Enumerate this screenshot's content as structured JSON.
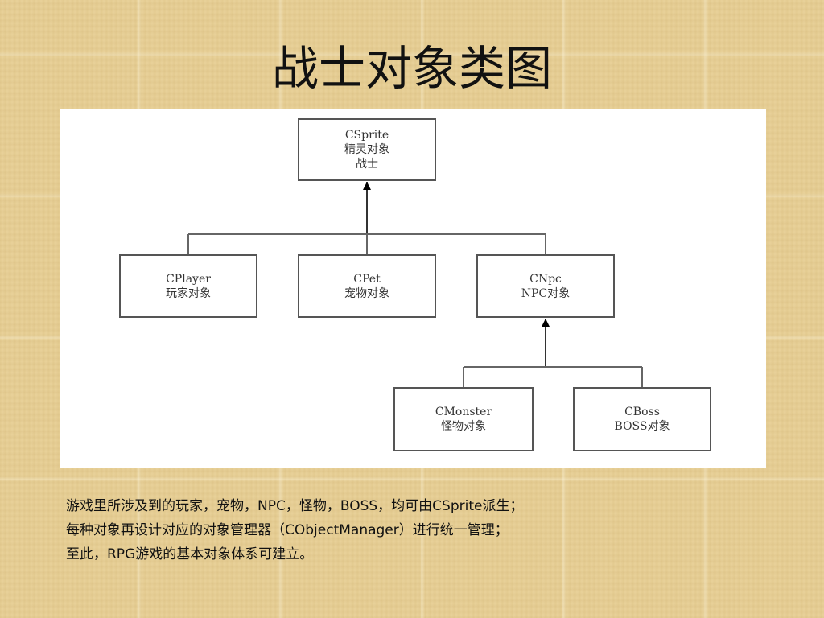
{
  "title": "战士对象类图",
  "diagram": {
    "nodes": [
      {
        "id": "csprite",
        "lines": [
          "CSprite",
          "精灵对象",
          "战士"
        ]
      },
      {
        "id": "cplayer",
        "lines": [
          "CPlayer",
          "玩家对象"
        ]
      },
      {
        "id": "cpet",
        "lines": [
          "CPet",
          "宠物对象"
        ]
      },
      {
        "id": "cnpc",
        "lines": [
          "CNpc",
          "NPC对象"
        ]
      },
      {
        "id": "cmonster",
        "lines": [
          "CMonster",
          "怪物对象"
        ]
      },
      {
        "id": "cboss",
        "lines": [
          "CBoss",
          "BOSS对象"
        ]
      }
    ],
    "edges": [
      {
        "from": "cplayer",
        "to": "csprite"
      },
      {
        "from": "cpet",
        "to": "csprite"
      },
      {
        "from": "cnpc",
        "to": "csprite"
      },
      {
        "from": "cmonster",
        "to": "cnpc"
      },
      {
        "from": "cboss",
        "to": "cnpc"
      }
    ]
  },
  "caption": {
    "line1": "游戏里所涉及到的玩家，宠物，NPC，怪物，BOSS，均可由CSprite派生；",
    "line2": "每种对象再设计对应的对象管理器（CObjectManager）进行统一管理；",
    "line3": "至此，RPG游戏的基本对象体系可建立。"
  }
}
